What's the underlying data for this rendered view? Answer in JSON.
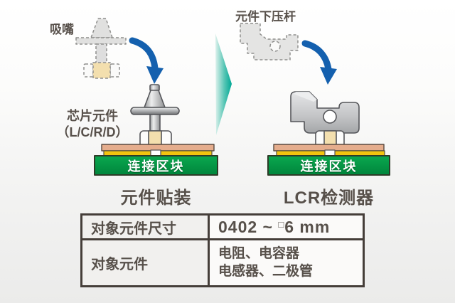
{
  "stage1": {
    "nozzle_label": "吸嘴",
    "chip_label_line1": "芯片元件",
    "chip_label_line2": "（L/C/R/D）",
    "board_label": "连接区块",
    "caption": "元件贴装"
  },
  "stage2": {
    "pusher_label": "元件下压杆",
    "board_label": "连接区块",
    "caption": "LCR检测器"
  },
  "spec_table": {
    "rows": [
      {
        "label": "对象元件尺寸",
        "value_prefix": "0402 ~ ",
        "value_square": "□",
        "value_suffix": "6 mm"
      },
      {
        "label": "对象元件",
        "value_line1": "电阻、电容器",
        "value_line2": "电感器、二极管"
      }
    ]
  },
  "icons": {
    "down_arrow_left": "curved-down-arrow",
    "down_arrow_right": "curved-down-arrow",
    "process_arrow": "right-chevron"
  },
  "colors": {
    "text": "#57504a",
    "arrow_blue": "#1460ae",
    "process_teal": "#00a895",
    "block_green": "#009a44",
    "pad_yellow": "#f2c40f",
    "substrate_salmon": "#e5ad8d",
    "component_cream": "#f3dfae",
    "metal_gray": "#c7c8ca",
    "table_border": "#453e39"
  }
}
